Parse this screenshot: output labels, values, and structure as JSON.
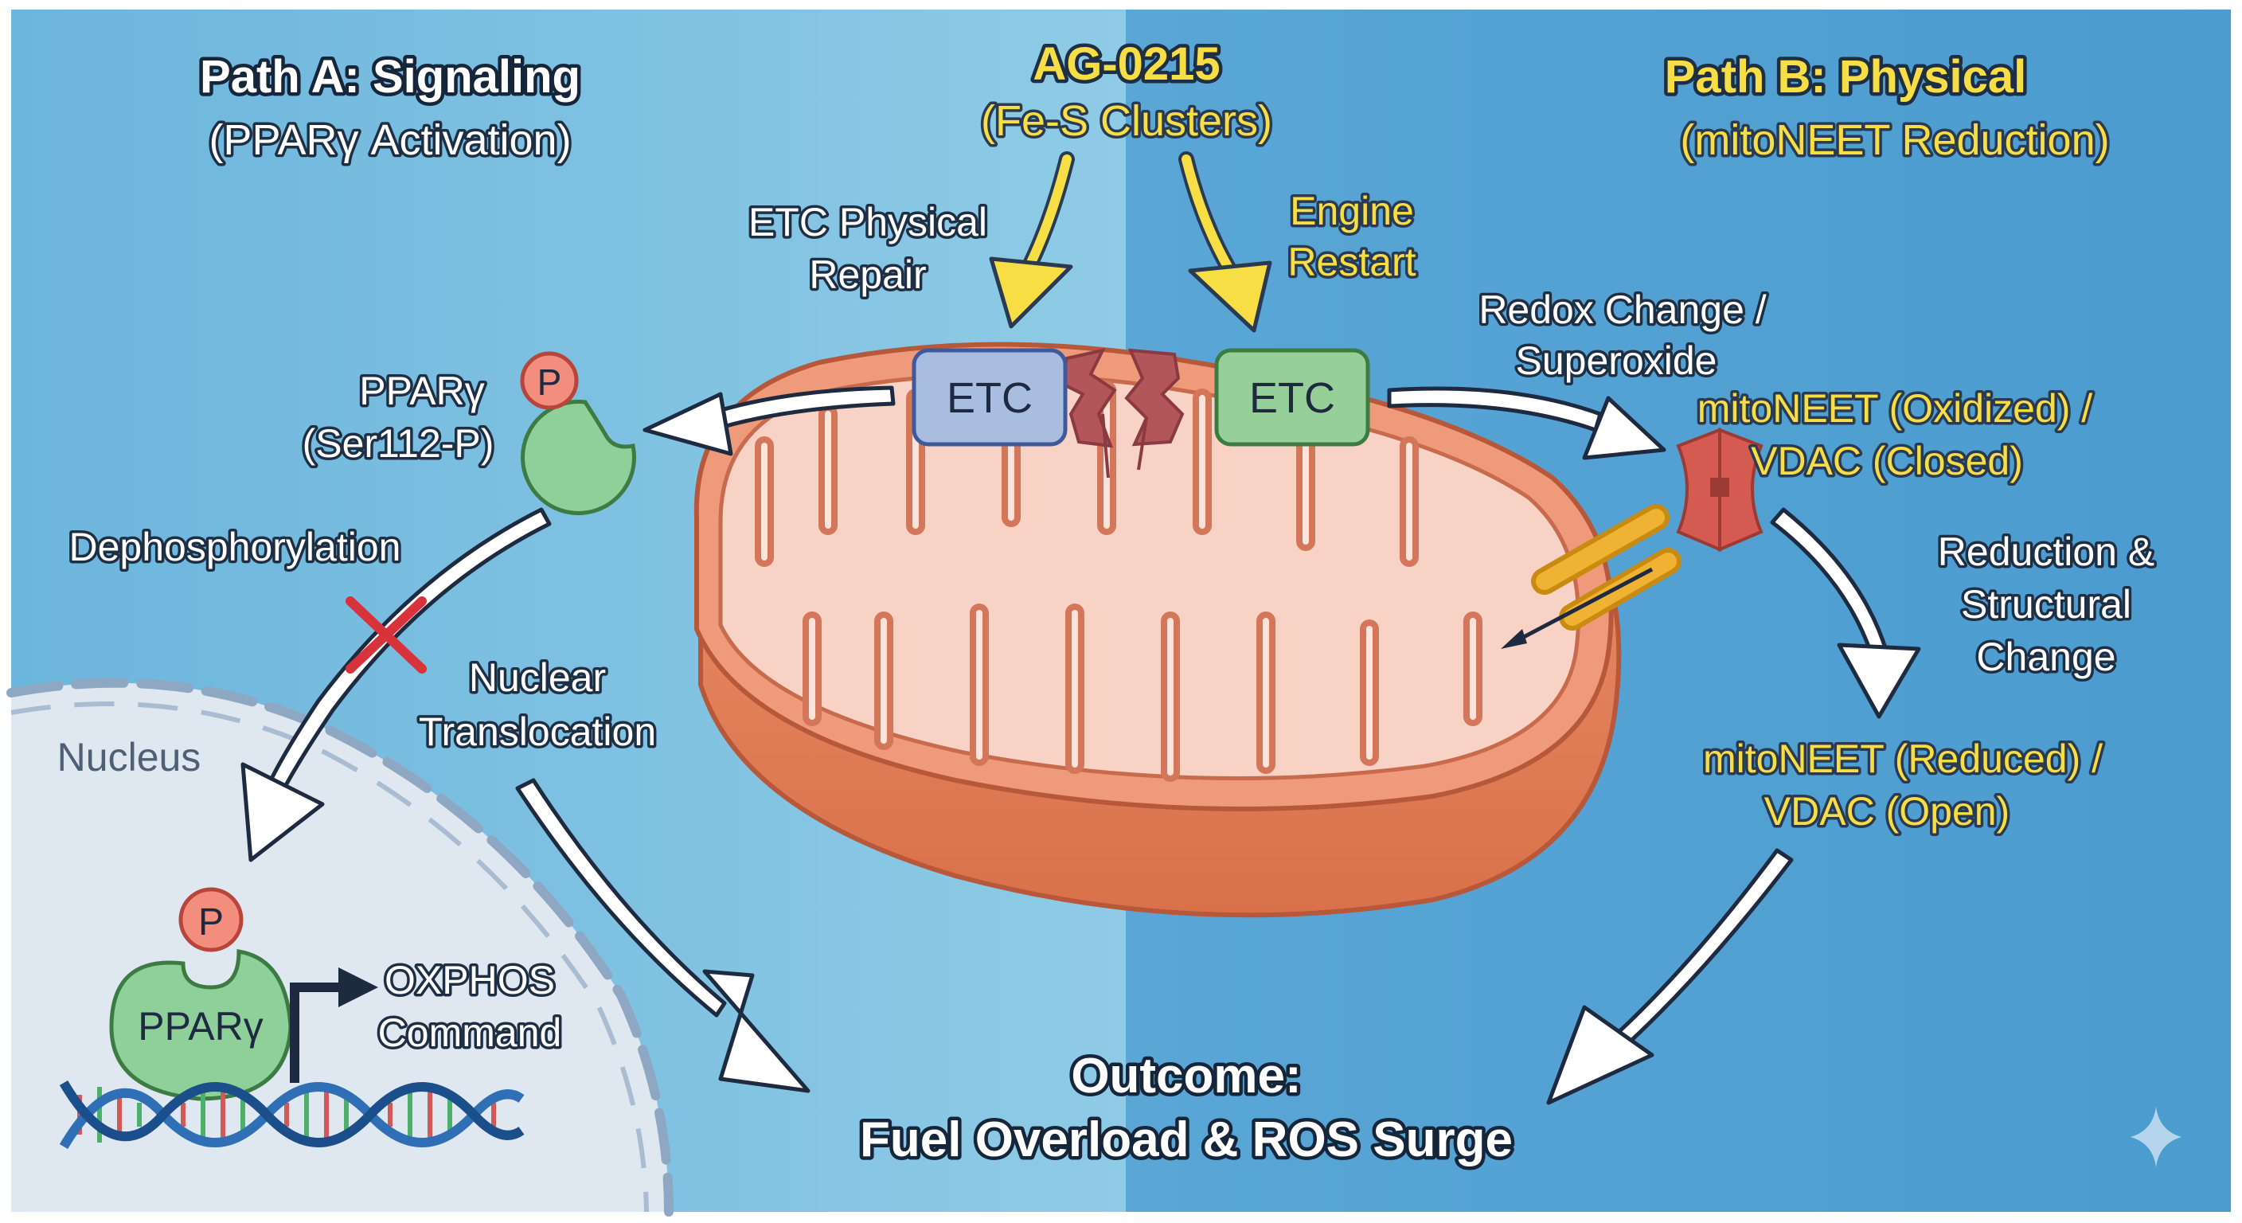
{
  "compound": {
    "name": "AG-0215",
    "sub": "(Fe-S Clusters)"
  },
  "path_a": {
    "title": "Path A: Signaling",
    "subtitle": "(PPARγ Activation)"
  },
  "path_b": {
    "title": "Path B: Physical",
    "subtitle": "(mitoNEET Reduction)"
  },
  "etc_left": {
    "label": "ETC",
    "caption_line1": "ETC Physical",
    "caption_line2": "Repair"
  },
  "etc_right": {
    "label": "ETC",
    "caption_line1": "Engine",
    "caption_line2": "Restart"
  },
  "ppar_cyto": {
    "name": "PPARγ",
    "site": "(Ser112-P)",
    "phospho": "P"
  },
  "dephos": "Dephosphorylation",
  "translocation": {
    "line1": "Nuclear",
    "line2": "Translocation"
  },
  "nucleus": {
    "label": "Nucleus",
    "ppar": "PPARγ",
    "phospho": "P",
    "target_line1": "OXPHOS",
    "target_line2": "Command"
  },
  "redox": {
    "line1": "Redox Change /",
    "line2": "Superoxide"
  },
  "oxidized": {
    "line1": "mitoNEET (Oxidized) /",
    "line2": "VDAC (Closed)"
  },
  "reduction": {
    "line1": "Reduction &",
    "line2": "Structural",
    "line3": "Change"
  },
  "reduced": {
    "line1": "mitoNEET (Reduced) /",
    "line2": "VDAC (Open)"
  },
  "outcome": {
    "line1": "Outcome:",
    "line2": "Fuel Overload & ROS Surge"
  },
  "colors": {
    "bg_left": "#7dc3e1",
    "bg_right": "#4f9fd0",
    "nucleus": "#dfe7f0",
    "etc_left": "#a9bde0",
    "etc_right": "#96cf98",
    "mito_outer": "#e3865e",
    "mito_inner": "#f7cbbd",
    "accent_yellow": "#f7de45",
    "receptor": "#8fd09a",
    "phospho": "#f38d7e",
    "block": "#d8323a"
  }
}
